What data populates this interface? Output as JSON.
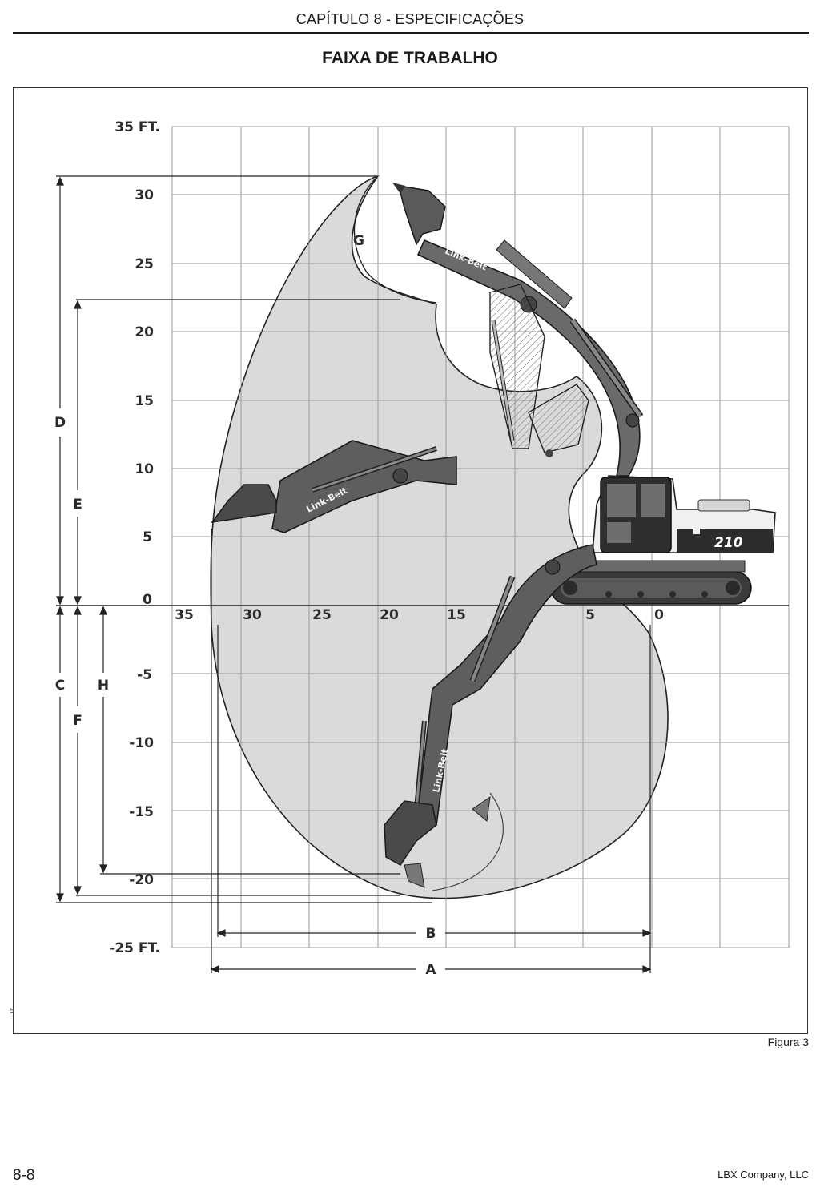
{
  "header": {
    "chapter": "CAPÍTULO 8 - ESPECIFICAÇÕES",
    "title": "FAIXA DE TRABALHO"
  },
  "diagram": {
    "y_ticks": [
      "35 FT.",
      "30",
      "25",
      "20",
      "15",
      "10",
      "5",
      "0",
      "-5",
      "-10",
      "-15",
      "-20",
      "-25 FT."
    ],
    "x_ticks": [
      "35",
      "30",
      "25",
      "20",
      "15",
      "5",
      "0"
    ],
    "dimension_labels": {
      "A": "A",
      "B": "B",
      "C": "C",
      "D": "D",
      "E": "E",
      "F": "F",
      "G": "G",
      "H": "H"
    },
    "brand_text": "Link-Belt",
    "model_text": "210",
    "margin_mark": "5"
  },
  "footer": {
    "figure": "Figura 3",
    "page": "8-8",
    "company": "LBX Company, LLC"
  }
}
